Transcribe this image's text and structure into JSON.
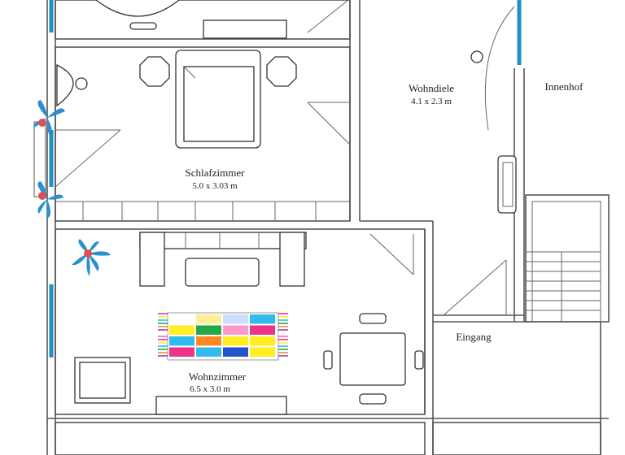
{
  "rooms": {
    "wohndiele": {
      "name": "Wohndiele",
      "size": "4.1 x 2.3 m"
    },
    "innenhof": {
      "name": "Innenhof"
    },
    "schlafzimmer": {
      "name": "Schlafzimmer",
      "size": "5.0  x 3.03 m"
    },
    "eingang": {
      "name": "Eingang"
    },
    "wohnzimmer": {
      "name": "Wohnzimmer",
      "size": "6.5 x 3.0 m"
    }
  },
  "colors": {
    "wall": "#555555",
    "window": "#1e90c8",
    "plant": "#2b8fd0",
    "plant_center": "#e05050",
    "rug": [
      "#ee3388",
      "#ffee22",
      "#33bbee",
      "#22aa44",
      "#ff8822",
      "#8844cc",
      "#ffffff",
      "#ff66aa"
    ]
  },
  "rug_cells": [
    [
      "#ffffff",
      "#ffee99",
      "#ccddff",
      "#33bbee"
    ],
    [
      "#ffee22",
      "#22aa44",
      "#ff99cc",
      "#ee3388"
    ],
    [
      "#33bbee",
      "#ff8822",
      "#ffee22",
      "#ffee22"
    ],
    [
      "#ee3388",
      "#33bbee",
      "#2255cc",
      "#ffee22"
    ]
  ]
}
